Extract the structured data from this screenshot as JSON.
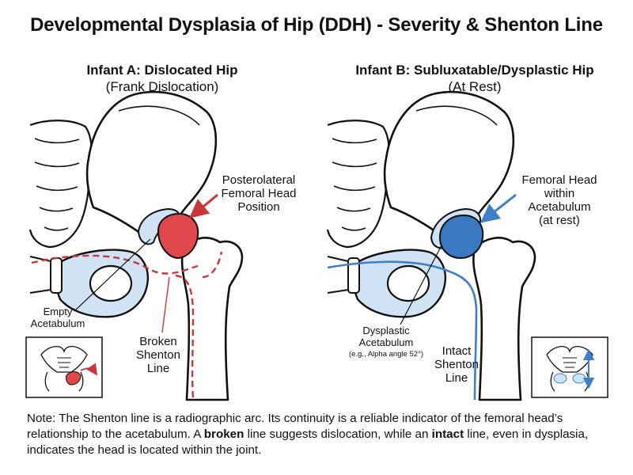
{
  "title": "Developmental Dysplasia of Hip (DDH) - Severity & Shenton Line",
  "panel_a": {
    "heading": "Infant A: Dislocated Hip",
    "subheading": "(Frank Dislocation)",
    "label_head_1": "Posterolateral",
    "label_head_2": "Femoral Head",
    "label_head_3": "Position",
    "label_acetabulum_1": "Empty",
    "label_acetabulum_2": "Acetabulum",
    "label_shenton_1": "Broken",
    "label_shenton_2": "Shenton",
    "label_shenton_3": "Line"
  },
  "panel_b": {
    "heading": "Infant B: Subluxatable/Dysplastic Hip",
    "subheading": "(At Rest)",
    "label_head_1": "Femoral Head",
    "label_head_2": "within",
    "label_head_3": "Acetabulum",
    "label_head_4": "(at rest)",
    "label_acetabulum_1": "Dysplastic",
    "label_acetabulum_2": "Acetabulum",
    "label_acetabulum_3": "(e.g., Alpha angle 52°)",
    "label_shenton_1": "Intact",
    "label_shenton_2": "Shenton",
    "label_shenton_3": "Line"
  },
  "note": {
    "part1": "Note: The Shenton line is a radiographic arc. Its continuity is a reliable indicator of the femoral head’s relationship to the acetabulum. A ",
    "bold1": "broken",
    "part2": " line suggests dislocation, while an ",
    "bold2": "intact",
    "part3": " line, even in dysplasia, indicates the head is located within the joint."
  },
  "colors": {
    "dislocated_head": "#e0474c",
    "arrow_red": "#c9373c",
    "located_head": "#3a78c2",
    "arrow_blue": "#3f7fc8",
    "acetabulum_fill": "#cfe3f5",
    "shenton_intact": "#3f7fc8"
  }
}
